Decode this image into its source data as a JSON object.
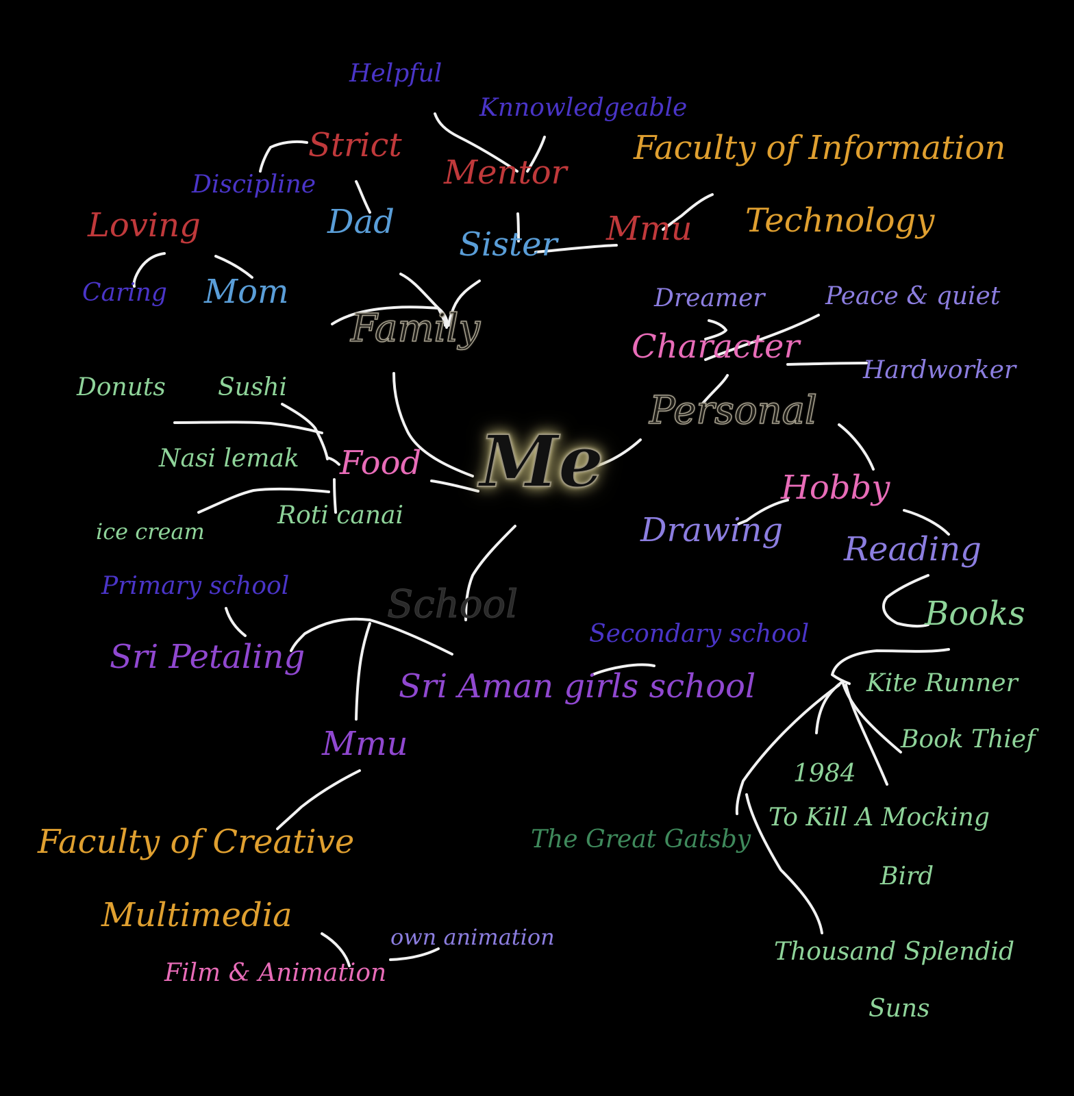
{
  "center": "Me",
  "colors": {
    "red": "#c0393b",
    "blue": "#5a9ed8",
    "indigo": "#4a35c8",
    "orange": "#e0a030",
    "pink": "#e86cb8",
    "lavender": "#8c7ee0",
    "purple": "#9048d0",
    "green": "#8fd49a",
    "darkgreen": "#3f8a5c",
    "links": "#f2f2f2"
  },
  "branches": {
    "family": {
      "label": "Family",
      "dad": "Dad",
      "strict": "Strict",
      "discipline": "Discipline",
      "mentor": "Mentor",
      "helpful": "Helpful",
      "knowledgeable": "Knnowledgeable",
      "mom": "Mom",
      "loving": "Loving",
      "caring": "Caring",
      "sister": "Sister",
      "sister_mmu": "Mmu",
      "fit_line1": "Faculty of Information",
      "fit_line2": "Technology"
    },
    "personal": {
      "label": "Personal",
      "character": "Character",
      "dreamer": "Dreamer",
      "peace": "Peace & quiet",
      "hardworker": "Hardworker",
      "hobby": "Hobby",
      "drawing": "Drawing",
      "reading": "Reading",
      "books": "Books",
      "book_list": {
        "kite": "Kite Runner",
        "thief": "Book Thief",
        "nineteen": "1984",
        "mocking1": "To Kill A Mocking",
        "mocking2": "Bird",
        "gatsby": "The Great Gatsby",
        "suns1": "Thousand Splendid",
        "suns2": "Suns"
      }
    },
    "food": {
      "label": "Food",
      "donuts": "Donuts",
      "sushi": "Sushi",
      "nasi": "Nasi lemak",
      "roti": "Roti canai",
      "icecream": "ice cream"
    },
    "school": {
      "label": "School",
      "primary": "Primary school",
      "sri_petaling": "Sri Petaling",
      "secondary": "Secondary school",
      "sri_aman": "Sri Aman girls school",
      "mmu": "Mmu",
      "fcm_line1": "Faculty of Creative",
      "fcm_line2": "Multimedia",
      "film": "Film & Animation",
      "own": "own animation"
    }
  }
}
